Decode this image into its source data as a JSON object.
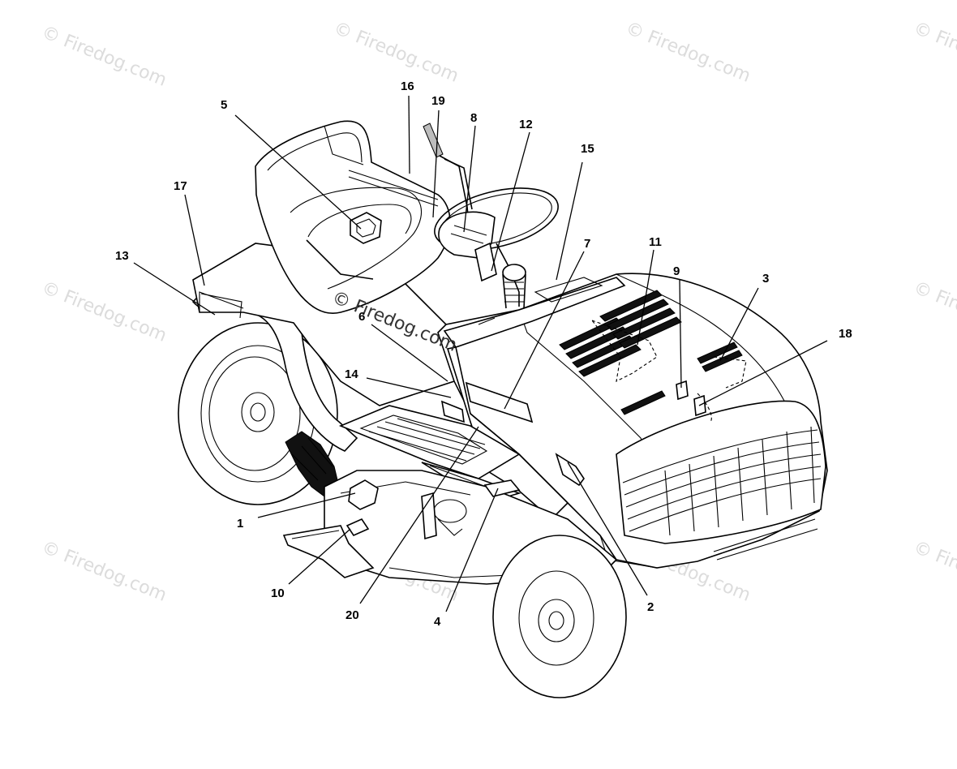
{
  "watermarks": [
    "© Firedog.com",
    "© Firedog.com",
    "© Firedog.com",
    "© Firedog.com",
    "© Firedog.com",
    "© Firedog.com",
    "© Firedog.com",
    "© Firedog.com",
    "© Firedog.com",
    "© Firedog.com",
    "© Firedog.com",
    "© Firedog.com"
  ],
  "center_watermark": "© Firedog.com",
  "callouts": [
    "1",
    "2",
    "3",
    "4",
    "5",
    "6",
    "7",
    "8",
    "9",
    "10",
    "11",
    "12",
    "13",
    "14",
    "15",
    "16",
    "17",
    "18",
    "19",
    "20"
  ]
}
